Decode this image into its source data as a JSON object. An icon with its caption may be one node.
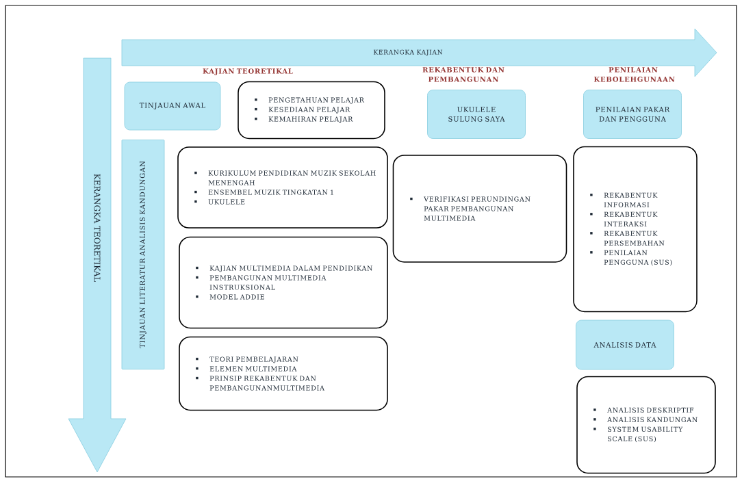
{
  "diagram": {
    "nodes": [
      {
        "text": [
          "KERANGKA KAJIAN"
        ]
      },
      {
        "text": [
          "KERANGKA TEORETIKAL"
        ]
      },
      {
        "text": [
          "TINJAUAN AWAL"
        ]
      },
      {
        "text": [
          "PENGETAHUAN PELAJAR",
          "KESEDIAAN PELAJAR",
          "KEMAHIRAN PELAJAR"
        ]
      },
      {
        "text": [
          "UKULELE SULUNG SAYA"
        ]
      },
      {
        "text": [
          "PENILAIAN PAKAR DAN PENGGUNA"
        ]
      },
      {
        "text": [
          "TINJAUAN LITERATUR ANALISIS KANDUNGAN"
        ]
      },
      {
        "text": [
          "KURIKULUM PENDIDIKAN MUZIK SEKOLAH MENENGAH",
          "ENSEMBEL MUZIK TINGKATAN 1",
          "UKULELE"
        ]
      },
      {
        "text": [
          "VERIFIKASI PERUNDINGAN PAKAR PEMBANGUNAN MULTIMEDIA"
        ]
      },
      {
        "text": [
          "REKABENTUK INFORMASI",
          "REKABENTUK INTERAKSI",
          "REKABENTUK PERSEMBAHAN",
          "PENILAIAN PENGGUNA (SUS)"
        ]
      },
      {
        "text": [
          "KAJIAN MULTIMEDIA DALAM PENDIDIKAN",
          "PEMBANGUNAN MULTIMEDIA INSTRUKSIONAL",
          "MODEL ADDIE"
        ]
      },
      {
        "text": [
          "ANALISIS DATA"
        ]
      },
      {
        "text": [
          "TEORI PEMBELAJARAN",
          "ELEMEN MULTIMEDIA",
          "PRINSIP REKABENTUK DAN PEMBANGUNANMULTIMEDIA"
        ]
      },
      {
        "text": [
          "ANALISIS DESKRIPTIF",
          "ANALISIS KANDUNGAN",
          "SYSTEM USABILITY SCALE (SUS)"
        ]
      }
    ],
    "labels": [
      "KAJIAN TEORETIKAL",
      "REKABENTUK DAN PEMBANGUNAN",
      "PENILAIAN KEBOLEHGUNAAN"
    ]
  }
}
